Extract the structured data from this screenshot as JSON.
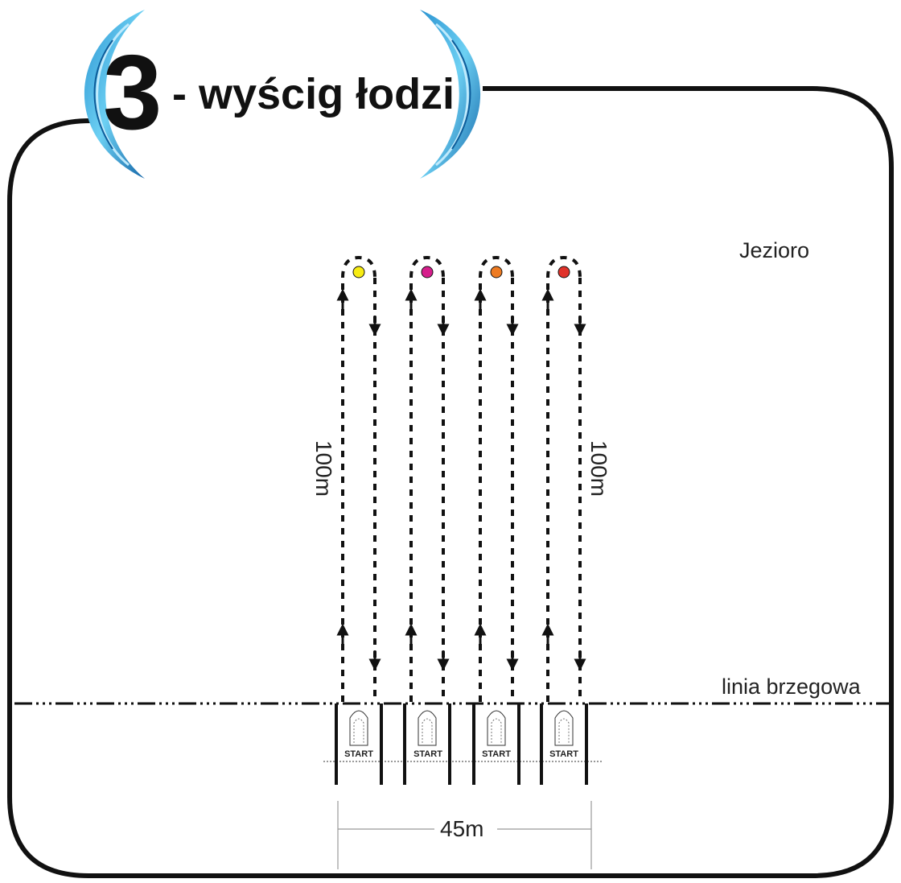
{
  "title": {
    "number": "3",
    "text": "- wyścig łodzi"
  },
  "labels": {
    "lake": "Jezioro",
    "shoreline": "linia brzegowa",
    "course_length": "100m",
    "course_width": "45m",
    "start": "START"
  },
  "lanes": [
    {
      "buoy_color": "#f7ec13"
    },
    {
      "buoy_color": "#d61e8c"
    },
    {
      "buoy_color": "#ee7b22"
    },
    {
      "buoy_color": "#e0322a"
    }
  ],
  "colors": {
    "line": "#111111",
    "wave_dark": "#1578b8",
    "wave_light": "#5cc4ee"
  }
}
